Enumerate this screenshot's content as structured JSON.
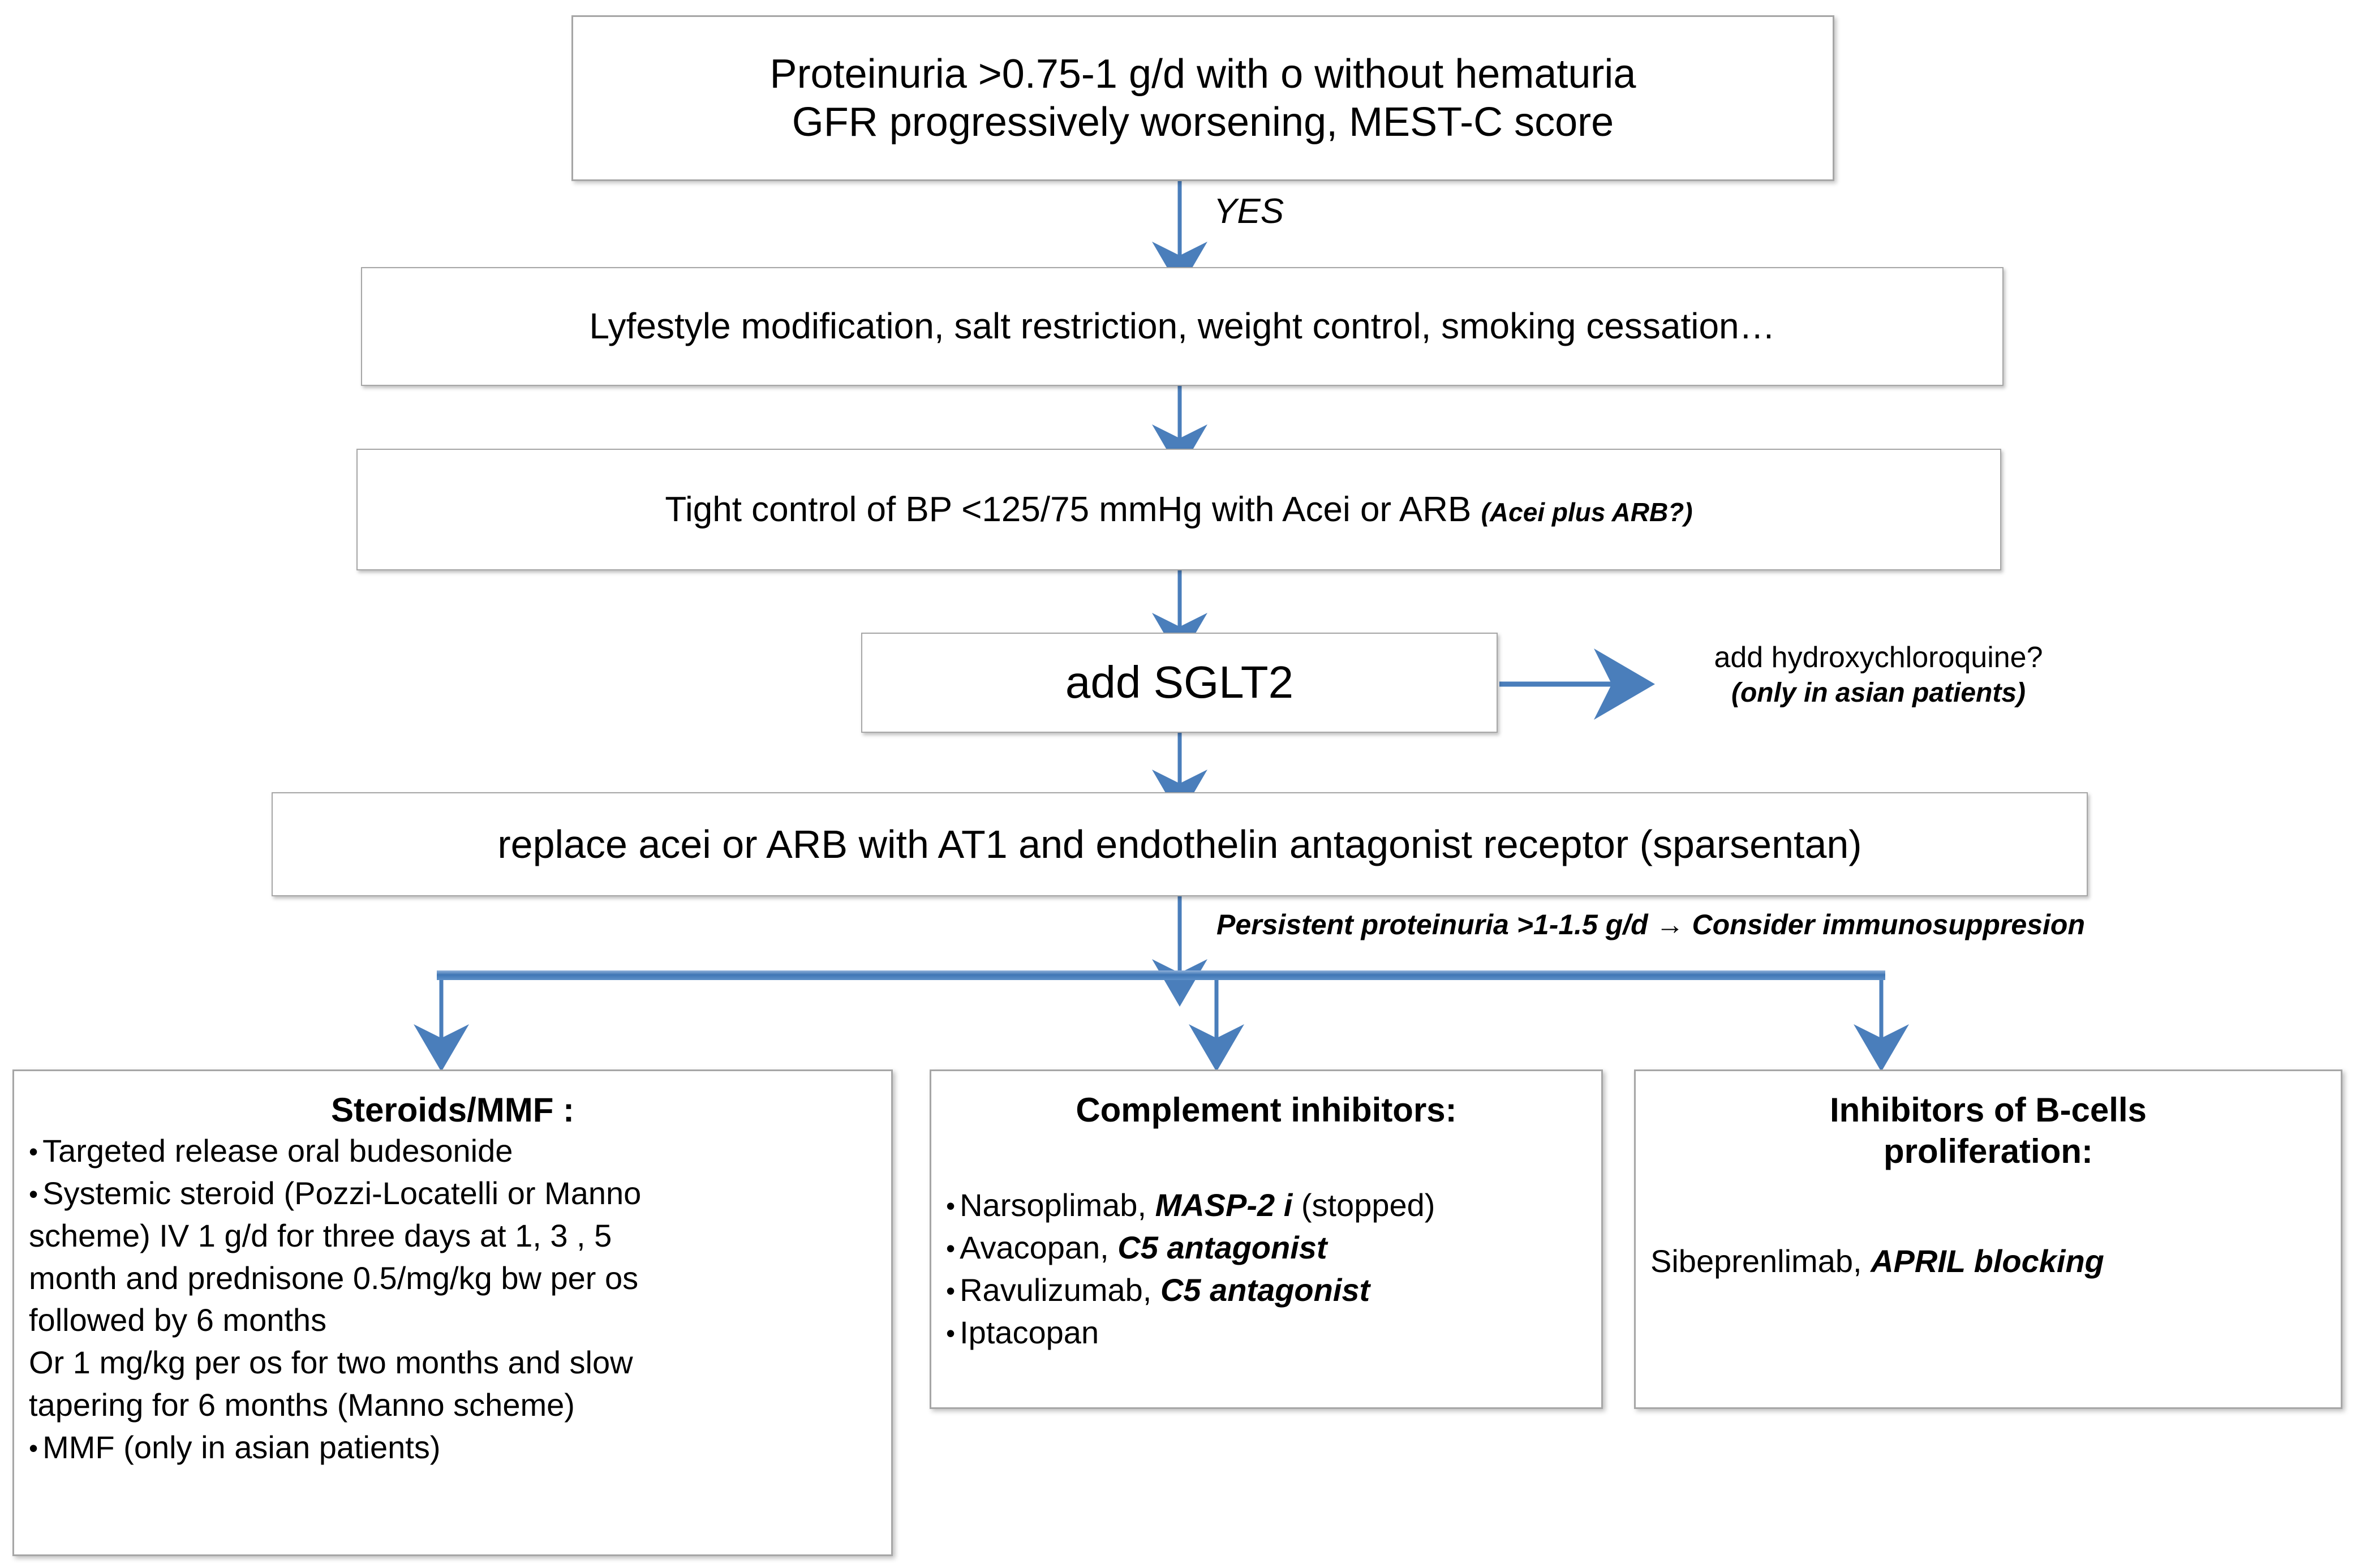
{
  "diagram": {
    "title": "IgA nephropathy treatment algorithm",
    "accent_color": "#4a7ebb",
    "box_border_color": "#a6a6a6"
  },
  "nodes": {
    "assessment": {
      "line1": "Proteinuria >0.75-1 g/d with o without hematuria",
      "line2": "GFR progressively worsening, MEST-C score"
    },
    "lifestyle": {
      "text": "Lyfestyle modification, salt restriction, weight control, smoking cessation…"
    },
    "bp_control": {
      "text": "Tight control of BP <125/75 mmHg with Acei or ARB",
      "note": "(Acei plus ARB?)"
    },
    "sglt2": {
      "text": "add SGLT2"
    },
    "sparsentan": {
      "text": "replace acei or ARB with AT1 and endothelin antagonist receptor (sparsentan)"
    }
  },
  "edge_labels": {
    "yes": "YES",
    "persistent": "Persistent proteinuria >1-1.5 g/d  → Consider immunosuppresion"
  },
  "side_note": {
    "line1": "add hydroxychloroquine?",
    "line2": "(only in asian patients)"
  },
  "options": {
    "steroids": {
      "heading": "Steroids/MMF :",
      "items": [
        {
          "bullet": true,
          "text": "Targeted release oral  budesonide"
        },
        {
          "bullet": true,
          "text": "Systemic steroid (Pozzi-Locatelli or Manno"
        },
        {
          "bullet": false,
          "text": "scheme) IV 1 g/d for three days at 1, 3 , 5"
        },
        {
          "bullet": false,
          "text": "month and prednisone 0.5/mg/kg bw per os"
        },
        {
          "bullet": false,
          "text": "followed by 6 months"
        },
        {
          "bullet": false,
          "text": "Or 1 mg/kg per os for two months and slow"
        },
        {
          "bullet": false,
          "text": "tapering for 6 months (Manno scheme)"
        },
        {
          "bullet": true,
          "text": "MMF (only in asian patients)"
        }
      ]
    },
    "complement": {
      "heading": "Complement inhibitors:",
      "items": [
        {
          "name": "Narsoplimab,",
          "note": "MASP-2 i",
          "tail": " (stopped)"
        },
        {
          "name": "Avacopan,",
          "note": "C5 antagonist",
          "tail": ""
        },
        {
          "name": "Ravulizumab,",
          "note": "C5 antagonist",
          "tail": ""
        },
        {
          "name": "Iptacopan",
          "note": "",
          "tail": ""
        }
      ]
    },
    "bcells": {
      "heading_line1": "Inhibitors of B-cells",
      "heading_line2": "proliferation:",
      "name": "Sibeprenlimab,",
      "note": "APRIL blocking"
    }
  }
}
